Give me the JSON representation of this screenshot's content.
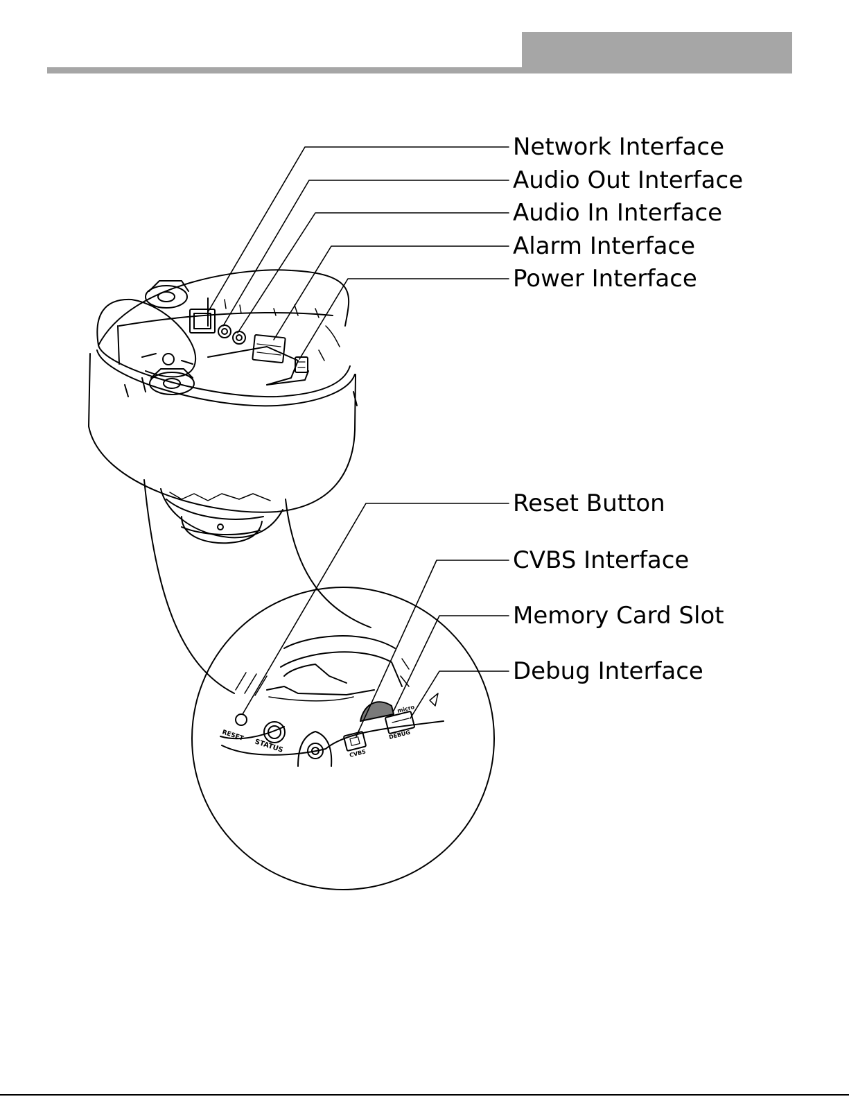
{
  "header": {
    "tab_text": ""
  },
  "labels": {
    "network": "Network Interface",
    "audio_out": "Audio Out Interface",
    "audio_in": "Audio In Interface",
    "alarm": "Alarm Interface",
    "power": "Power Interface",
    "reset_button": "Reset Button",
    "cvbs": "CVBS Interface",
    "memory_card": "Memory Card Slot",
    "debug": "Debug Interface"
  },
  "device_marks": {
    "reset": "RESET",
    "status": "STATUS",
    "cvbs": "CVBS",
    "debug": "DEBUG",
    "micro": "micro"
  },
  "colors": {
    "header_gray": "#a6a6a6",
    "line": "#000000",
    "slot": "#7a7a7a"
  }
}
